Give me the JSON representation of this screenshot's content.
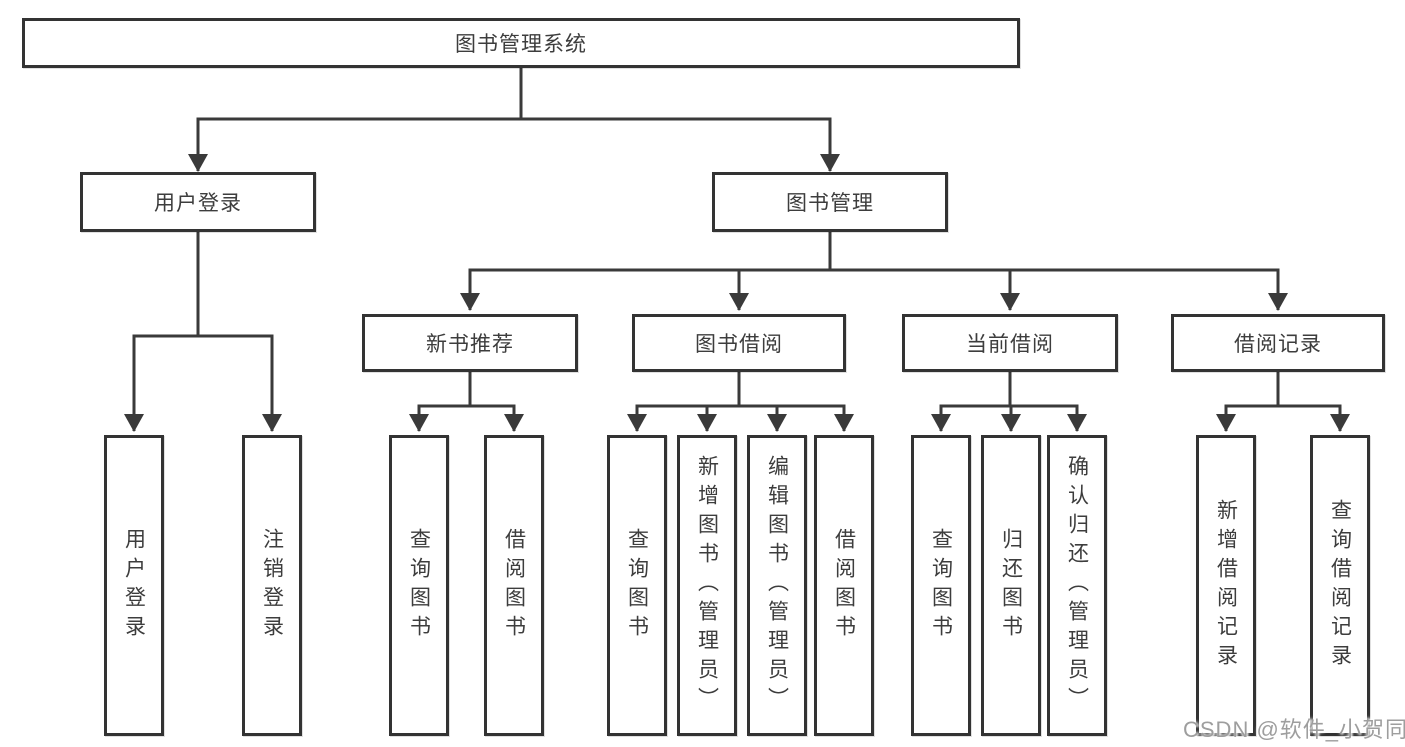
{
  "diagram": {
    "type": "hierarchy",
    "root": {
      "label": "图书管理系统",
      "children": [
        {
          "label": "用户登录",
          "children": [
            {
              "label": "用户登录"
            },
            {
              "label": "注销登录"
            }
          ]
        },
        {
          "label": "图书管理",
          "children": [
            {
              "label": "新书推荐",
              "children": [
                {
                  "label": "查询图书"
                },
                {
                  "label": "借阅图书"
                }
              ]
            },
            {
              "label": "图书借阅",
              "children": [
                {
                  "label": "查询图书"
                },
                {
                  "label": "新增图书（管理员）"
                },
                {
                  "label": "编辑图书（管理员）"
                },
                {
                  "label": "借阅图书"
                }
              ]
            },
            {
              "label": "当前借阅",
              "children": [
                {
                  "label": "查询图书"
                },
                {
                  "label": "归还图书"
                },
                {
                  "label": "确认归还（管理员）"
                }
              ]
            },
            {
              "label": "借阅记录",
              "children": [
                {
                  "label": "新增借阅记录"
                },
                {
                  "label": "查询借阅记录"
                }
              ]
            }
          ]
        }
      ]
    }
  },
  "watermark": {
    "text": "CSDN @软件_小贺同学"
  },
  "colors": {
    "line": "#3a3a3a",
    "box_border": "#333333",
    "text": "#3d3d3d",
    "watermark": "#9e9e9e",
    "background": "#ffffff"
  }
}
